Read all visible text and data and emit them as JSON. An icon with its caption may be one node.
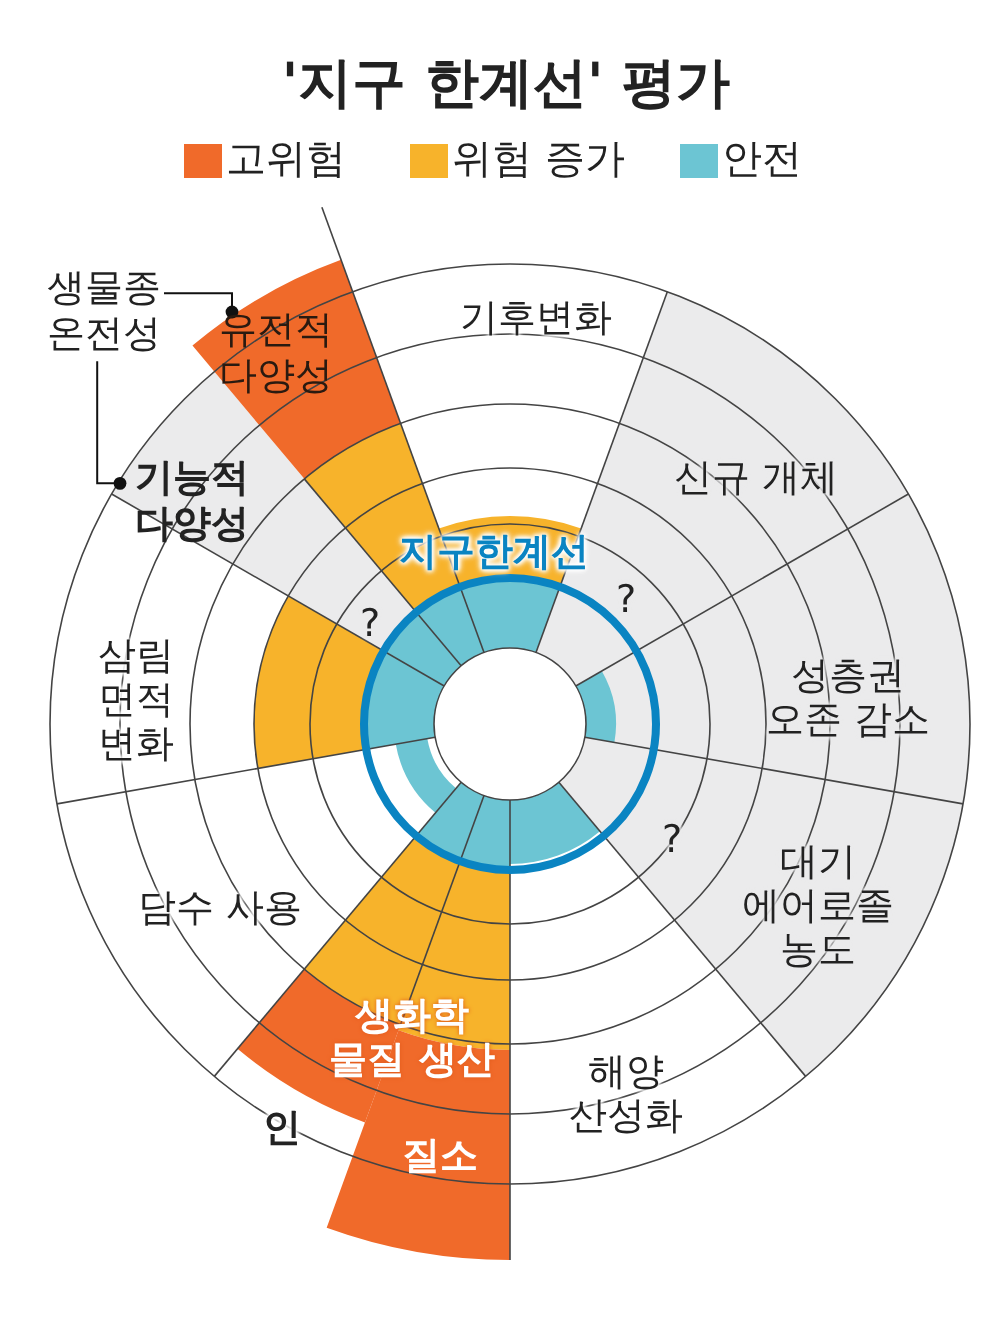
{
  "diagram": {
    "title": "'지구 한계선' 평가",
    "nodes": [
      {
        "text": [
          "생물종 온전성"
        ]
      },
      {
        "text": [
          "유전적 다양성"
        ]
      },
      {
        "text": [
          "기능적 다양성"
        ]
      }
    ],
    "edges": [
      {
        "from": 0,
        "to": 1,
        "arrow": "other"
      },
      {
        "from": 0,
        "to": 2,
        "arrow": "other"
      }
    ],
    "labels": [
      "기후변화",
      "신규 개체",
      "지구한계선",
      "?",
      "?",
      "삼림 면적 변화",
      "성층권 오존 감소",
      "?",
      "대기 에어로졸 농도",
      "담수 사용",
      "생화학 물질 생산",
      "해양 산성화",
      "인",
      "질소"
    ],
    "legend": [
      {
        "text": "고위험",
        "color": "#f06a2a"
      },
      {
        "text": "위험 증가",
        "color": "#f7b32b"
      },
      {
        "text": "안전",
        "color": "#6cc5d3"
      }
    ]
  }
}
